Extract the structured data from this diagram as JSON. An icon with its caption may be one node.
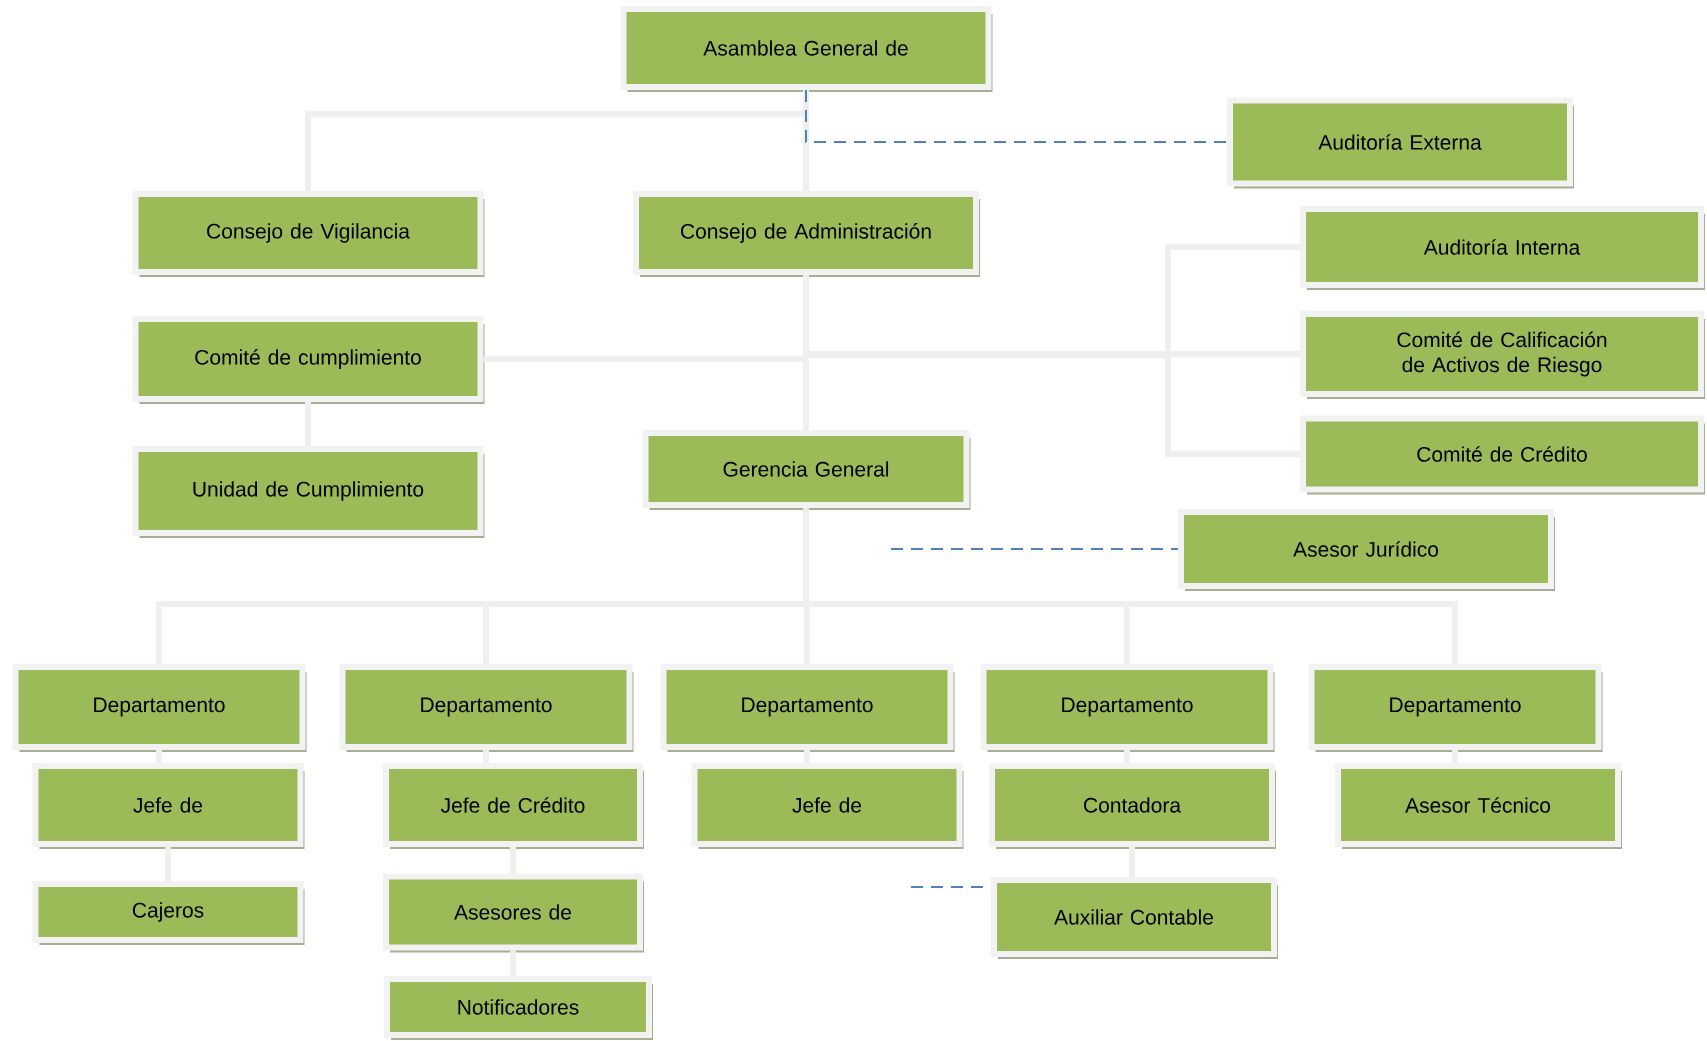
{
  "diagram": {
    "nodes": [
      {
        "text": [
          "Asamblea General de"
        ]
      },
      {
        "text": [
          "Auditoría Externa"
        ]
      },
      {
        "text": [
          "Consejo de Vigilancia"
        ]
      },
      {
        "text": [
          "Consejo de Administración"
        ]
      },
      {
        "text": [
          "Auditoría Interna"
        ]
      },
      {
        "text": [
          "Comité de cumplimiento"
        ]
      },
      {
        "text": [
          "Comité de Calificación de Activos de Riesgo"
        ]
      },
      {
        "text": [
          "Unidad de Cumplimiento"
        ]
      },
      {
        "text": [
          "Gerencia General"
        ]
      },
      {
        "text": [
          "Comité de Crédito"
        ]
      },
      {
        "text": [
          "Asesor Jurídico"
        ]
      },
      {
        "text": [
          "Departamento"
        ]
      },
      {
        "text": [
          "Departamento"
        ]
      },
      {
        "text": [
          "Departamento"
        ]
      },
      {
        "text": [
          "Departamento"
        ]
      },
      {
        "text": [
          "Departamento"
        ]
      },
      {
        "text": [
          "Jefe de"
        ]
      },
      {
        "text": [
          "Jefe de Crédito"
        ]
      },
      {
        "text": [
          "Jefe de"
        ]
      },
      {
        "text": [
          "Contadora"
        ]
      },
      {
        "text": [
          "Asesor Técnico"
        ]
      },
      {
        "text": [
          "Cajeros"
        ]
      },
      {
        "text": [
          "Asesores de"
        ]
      },
      {
        "text": [
          "Auxiliar Contable"
        ]
      },
      {
        "text": [
          "Notificadores"
        ]
      }
    ],
    "edges": [
      {
        "from": 0,
        "to": 2,
        "arrow": "none"
      },
      {
        "from": 0,
        "to": 3,
        "arrow": "none"
      },
      {
        "from": 0,
        "to": 1,
        "arrow": "none",
        "style": "dashed",
        "color": "#4f81bd"
      },
      {
        "from": 3,
        "to": 8,
        "arrow": "none"
      },
      {
        "from": 3,
        "to": 5,
        "arrow": "none"
      },
      {
        "from": 3,
        "to": 6,
        "arrow": "none"
      },
      {
        "from": 3,
        "to": 4,
        "arrow": "none"
      },
      {
        "from": 3,
        "to": 9,
        "arrow": "none"
      },
      {
        "from": 5,
        "to": 7,
        "arrow": "none"
      },
      {
        "from": null,
        "to": 10,
        "arrow": "none",
        "style": "dashed",
        "color": "#4f81bd"
      },
      {
        "from": 8,
        "to": 11,
        "arrow": "none"
      },
      {
        "from": 8,
        "to": 12,
        "arrow": "none"
      },
      {
        "from": 8,
        "to": 13,
        "arrow": "none"
      },
      {
        "from": 8,
        "to": 14,
        "arrow": "none"
      },
      {
        "from": 8,
        "to": 15,
        "arrow": "none"
      },
      {
        "from": 11,
        "to": 16,
        "arrow": "none"
      },
      {
        "from": 12,
        "to": 17,
        "arrow": "none"
      },
      {
        "from": 13,
        "to": 18,
        "arrow": "none"
      },
      {
        "from": 14,
        "to": 19,
        "arrow": "none"
      },
      {
        "from": 15,
        "to": 20,
        "arrow": "none"
      },
      {
        "from": 16,
        "to": 21,
        "arrow": "none"
      },
      {
        "from": 17,
        "to": 22,
        "arrow": "none"
      },
      {
        "from": 19,
        "to": 23,
        "arrow": "none"
      },
      {
        "from": 22,
        "to": 24,
        "arrow": "none"
      },
      {
        "from": null,
        "to": 23,
        "arrow": "none",
        "style": "dashed",
        "color": "#4f81bd"
      }
    ]
  }
}
